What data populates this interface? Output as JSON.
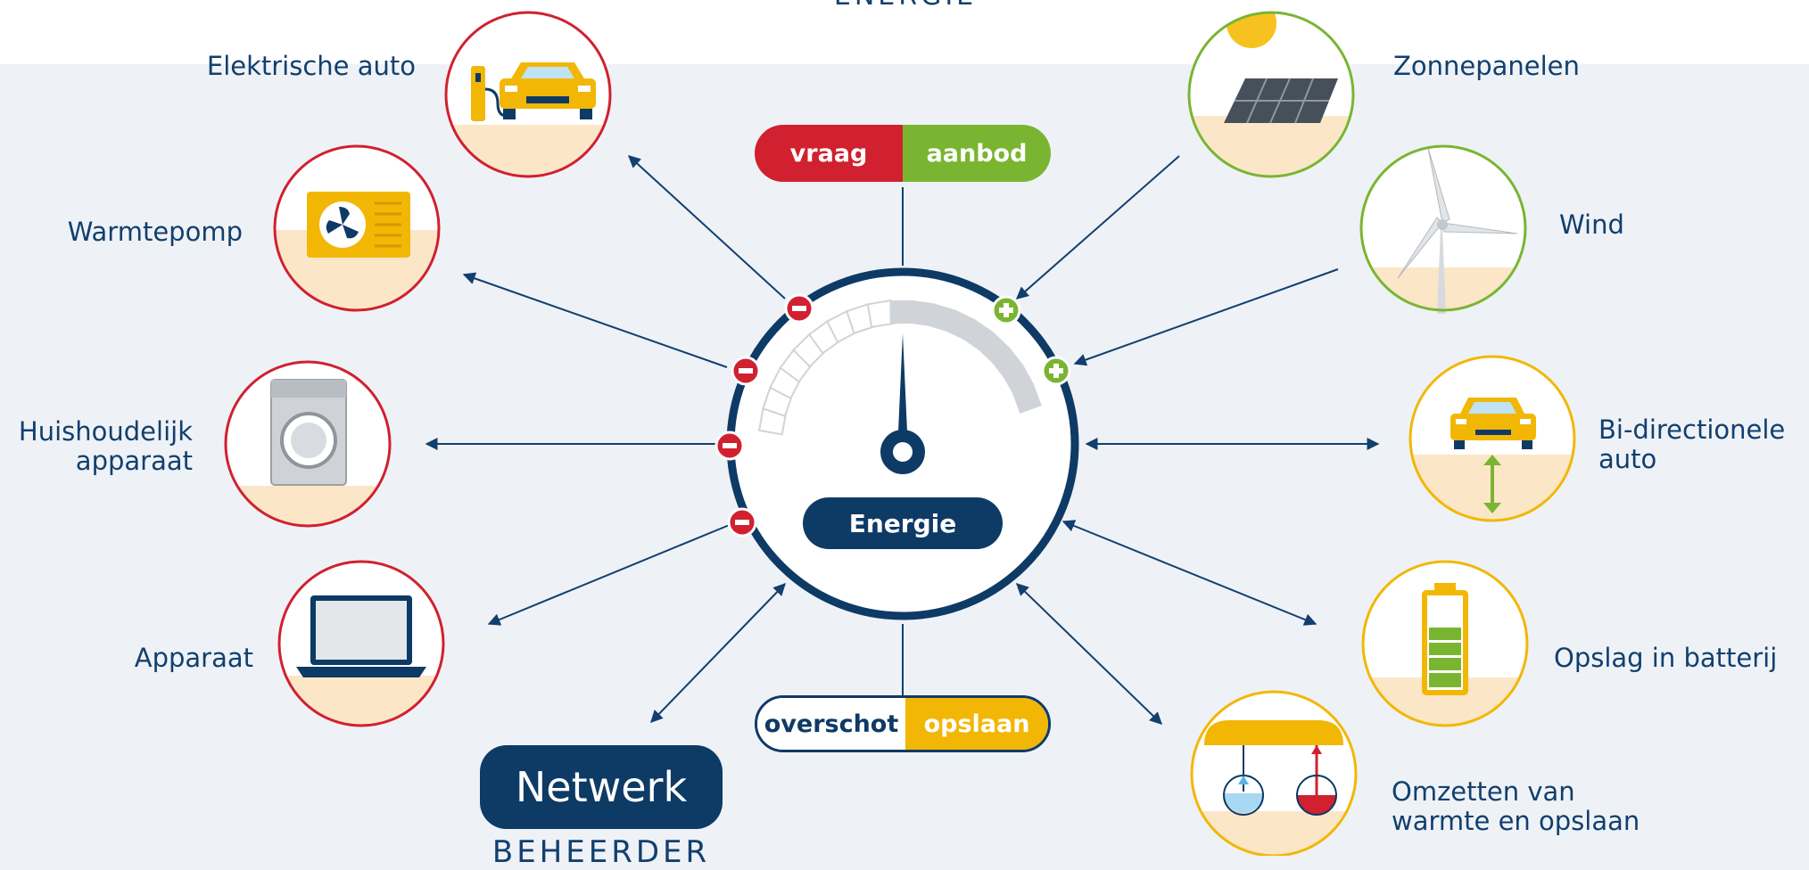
{
  "header": {
    "title": "ENERGIE"
  },
  "left_items": [
    {
      "label": "Elektrische auto",
      "icon": "electric-car-charger-icon"
    },
    {
      "label": "Warmtepomp",
      "icon": "heat-pump-icon"
    },
    {
      "label": "Huishoudelijk\napparaat",
      "icon": "washing-machine-icon"
    },
    {
      "label": "Apparaat",
      "icon": "laptop-icon"
    }
  ],
  "right_items": [
    {
      "label": "Zonnepanelen",
      "icon": "solar-panel-icon"
    },
    {
      "label": "Wind",
      "icon": "wind-turbine-icon"
    },
    {
      "label": "Bi-directionele\nauto",
      "icon": "bidirectional-car-icon"
    },
    {
      "label": "Opslag in batterij",
      "icon": "battery-icon"
    },
    {
      "label": "Omzetten van\nwarmte en opslaan",
      "icon": "heat-storage-icon"
    }
  ],
  "top_pill": {
    "left": "vraag",
    "right": "aanbod"
  },
  "bottom_pill": {
    "left": "overschot",
    "right": "opslaan"
  },
  "gauge": {
    "label": "Energie"
  },
  "network": {
    "title": "Netwerk",
    "subtitle": "BEHEERDER"
  },
  "colors": {
    "navy": "#0e3a66",
    "demand_red": "#d1202f",
    "supply_green": "#7ab532",
    "storage_yellow": "#f2b705",
    "background": "#eef2f6"
  }
}
